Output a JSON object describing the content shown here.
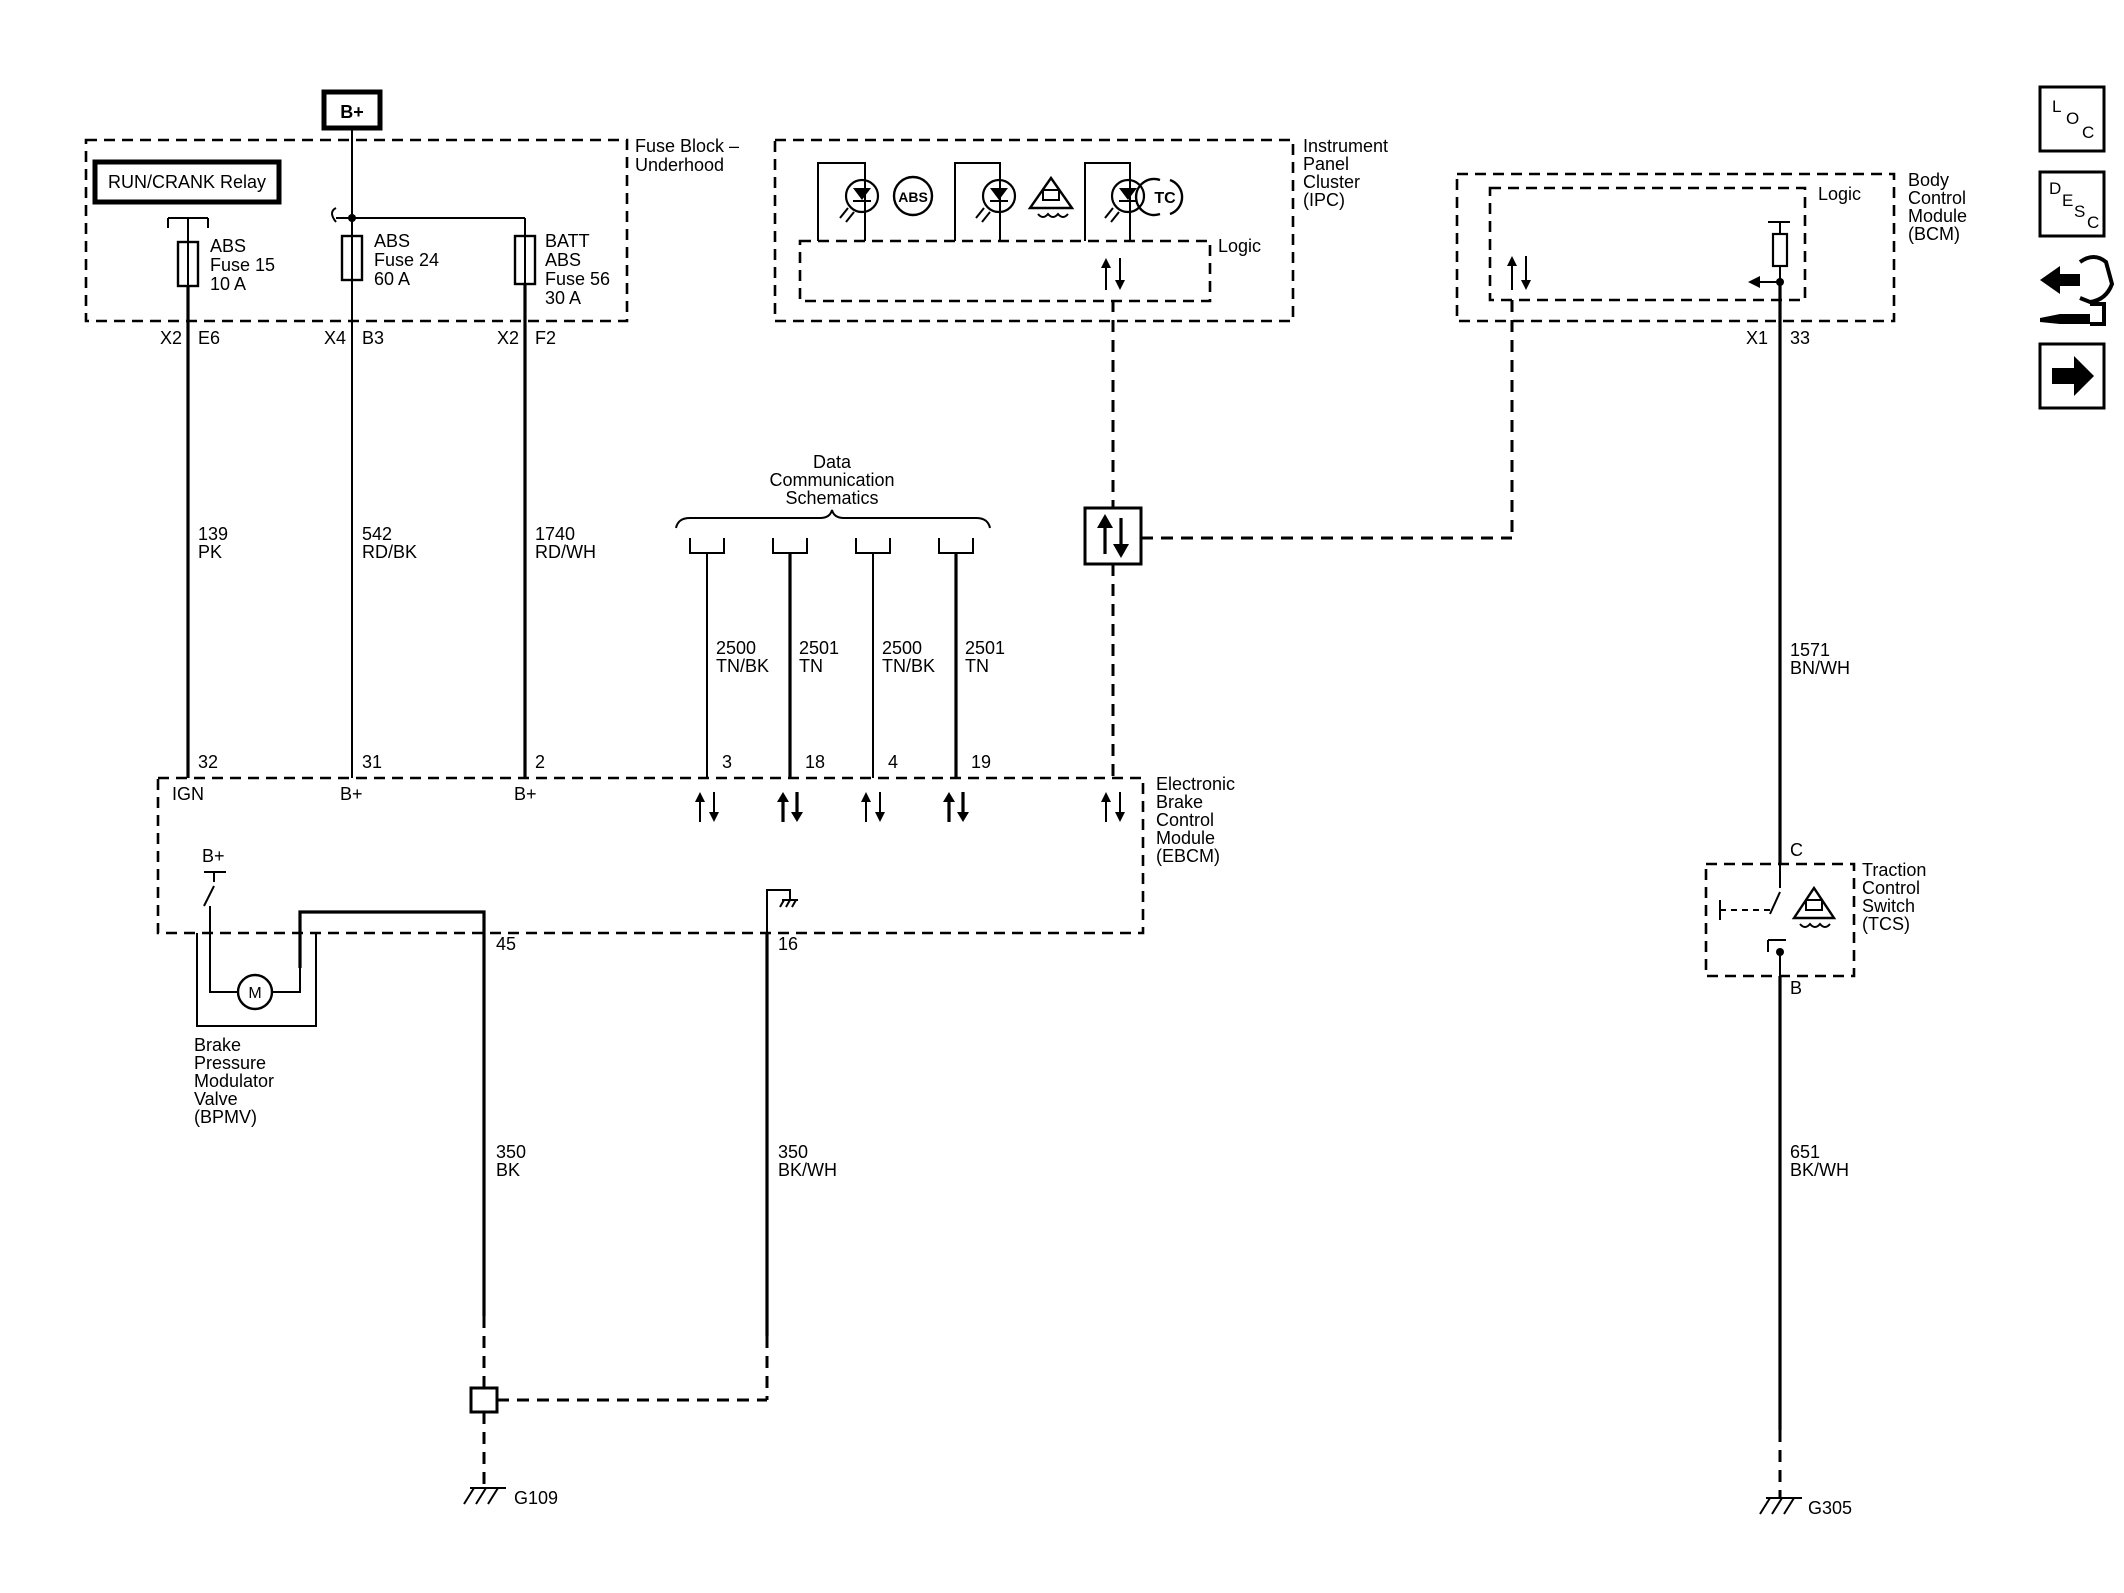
{
  "power": {
    "b_plus_label": "B+"
  },
  "fuse_block": {
    "title_line1": "Fuse Block –",
    "title_line2": "Underhood",
    "relay_label": "RUN/CRANK Relay",
    "fuses": [
      {
        "line1": "ABS",
        "line2": "Fuse 15",
        "line3": "10 A",
        "conn": "X2",
        "pin": "E6"
      },
      {
        "line1": "ABS",
        "line2": "Fuse 24",
        "line3": "60 A",
        "conn": "X4",
        "pin": "B3"
      },
      {
        "line1": "BATT",
        "line2": "ABS",
        "line3": "Fuse 56",
        "line4": "30 A",
        "conn": "X2",
        "pin": "F2"
      }
    ]
  },
  "wires": {
    "w139": {
      "num": "139",
      "color": "PK"
    },
    "w542": {
      "num": "542",
      "color": "RD/BK"
    },
    "w1740": {
      "num": "1740",
      "color": "RD/WH"
    },
    "w1571": {
      "num": "1571",
      "color": "BN/WH"
    },
    "w350a": {
      "num": "350",
      "color": "BK"
    },
    "w350b": {
      "num": "350",
      "color": "BK/WH"
    },
    "w651": {
      "num": "651",
      "color": "BK/WH"
    }
  },
  "ipc": {
    "title_lines": [
      "Instrument",
      "Panel",
      "Cluster",
      "(IPC)"
    ],
    "logic_label": "Logic",
    "abs_icon_text": "ABS",
    "tc_icon_text": "TC"
  },
  "bcm": {
    "title_lines": [
      "Body",
      "Control",
      "Module",
      "(BCM)"
    ],
    "logic_label": "Logic",
    "conn": "X1",
    "pin": "33"
  },
  "data_comm": {
    "title_lines": [
      "Data",
      "Communication",
      "Schematics"
    ],
    "lines": [
      {
        "num": "2500",
        "color": "TN/BK",
        "pin": "3"
      },
      {
        "num": "2501",
        "color": "TN",
        "pin": "18"
      },
      {
        "num": "2500",
        "color": "TN/BK",
        "pin": "4"
      },
      {
        "num": "2501",
        "color": "TN",
        "pin": "19"
      }
    ]
  },
  "ebcm": {
    "title_lines": [
      "Electronic",
      "Brake",
      "Control",
      "Module",
      "(EBCM)"
    ],
    "pins_top": [
      {
        "pin": "32",
        "label": "IGN"
      },
      {
        "pin": "31",
        "label": "B+"
      },
      {
        "pin": "2",
        "label": "B+"
      }
    ],
    "internal_bplus": "B+",
    "pin_45": "45",
    "pin_16": "16"
  },
  "bpmv": {
    "motor_label": "M",
    "title_lines": [
      "Brake",
      "Pressure",
      "Modulator",
      "Valve",
      "(BPMV)"
    ]
  },
  "tcs": {
    "title_lines": [
      "Traction",
      "Control",
      "Switch",
      "(TCS)"
    ],
    "pin_top": "C",
    "pin_bottom": "B"
  },
  "grounds": {
    "g1": "G109",
    "g2": "G305"
  },
  "nav": {
    "loc": {
      "a": "L",
      "b": "O",
      "c": "C"
    },
    "desc": {
      "a": "D",
      "b": "E",
      "c": "S",
      "d": "C"
    }
  }
}
